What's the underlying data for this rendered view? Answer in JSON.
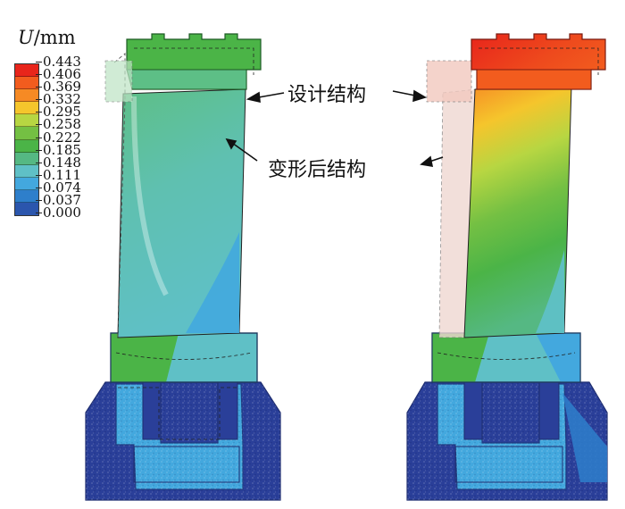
{
  "legend": {
    "symbol": "U",
    "unit": "/mm",
    "levels": [
      "0.443",
      "0.406",
      "0.369",
      "0.332",
      "0.295",
      "0.258",
      "0.222",
      "0.185",
      "0.148",
      "0.111",
      "0.074",
      "0.037",
      "0.000"
    ],
    "colors": [
      "#e8251b",
      "#f25c1e",
      "#f68a24",
      "#f5c52c",
      "#b7d642",
      "#74c043",
      "#4bb447",
      "#55b883",
      "#5fc0c6",
      "#43a8de",
      "#2e7fcb",
      "#2b56ad",
      "#2a3f99"
    ]
  },
  "annotations": {
    "design_structure": "设计结构",
    "deformed_structure": "变形后结构"
  }
}
